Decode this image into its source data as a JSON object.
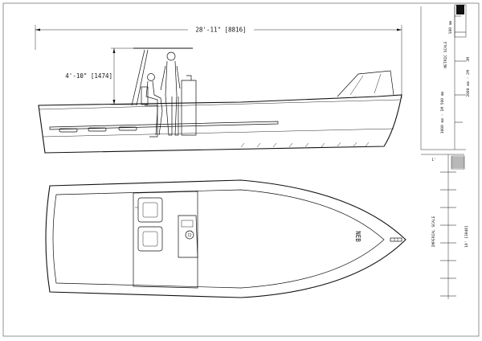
{
  "drawing": {
    "length_dimension": "28'-11\" [8816]",
    "height_dimension": "4'-10\" [1474]",
    "hull_name_mark": "NEB"
  },
  "metric_scale": {
    "title": "METRIC SCALE",
    "label_100mm": "100 mm",
    "label_500mm": "1000 mm - 1M    500 mm",
    "label_2m": "2000 mm - 2M",
    "label_3m": "3M"
  },
  "imperial_scale": {
    "title": "IMPERIAL SCALE",
    "label_1ft": "1'",
    "label_10ft": "10' [3048]"
  }
}
